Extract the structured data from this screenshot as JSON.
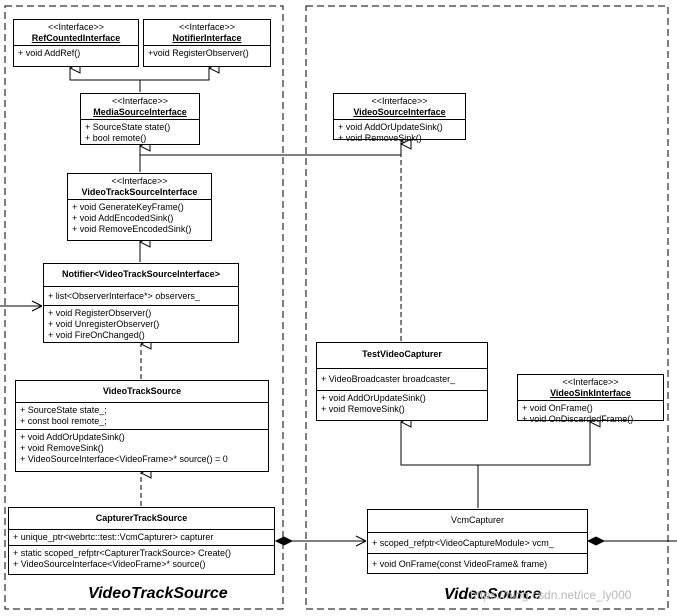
{
  "packages": {
    "left": "VideoTrackSource",
    "right": "VideoSource"
  },
  "classes": {
    "ref_counted": {
      "stereotype": "<<Interface>>",
      "name": "RefCountedInterface",
      "methods": [
        "+ void AddRef()"
      ]
    },
    "notifier_iface": {
      "stereotype": "<<Interface>>",
      "name": "NotifierInterface",
      "methods": [
        "+void RegisterObserver()"
      ]
    },
    "media_source": {
      "stereotype": "<<Interface>>",
      "name": "MediaSourceInterface",
      "methods": [
        "+ SourceState state()",
        "+ bool remote()"
      ]
    },
    "video_source_iface": {
      "stereotype": "<<Interface>>",
      "name": "VideoSourceInterface",
      "methods": [
        "+ void AddOrUpdateSink()",
        "+ void RemoveSink()"
      ]
    },
    "video_track_source_iface": {
      "stereotype": "<<Interface>>",
      "name": "VideoTrackSourceInterface",
      "methods": [
        "+ void GenerateKeyFrame()",
        "+ void AddEncodedSink()",
        "+ void RemoveEncodedSink()"
      ]
    },
    "notifier": {
      "name": "Notifier<VideoTrackSourceInterface>",
      "attributes": [
        "+ list<ObserverInterface*> observers_"
      ],
      "methods": [
        "+ void RegisterObserver()",
        "+ void UnregisterObserver()",
        "+ void FireOnChanged()"
      ]
    },
    "test_video_capturer": {
      "name": "TestVideoCapturer",
      "attributes": [
        "+ VideoBroadcaster broadcaster_"
      ],
      "methods": [
        "+ void AddOrUpdateSink()",
        "+ void RemoveSink()"
      ]
    },
    "video_sink_iface": {
      "stereotype": "<<Interface>>",
      "name": "VideoSinkInterface",
      "methods": [
        "+ void OnFrame()",
        "+ void OnDiscardedFrame()"
      ]
    },
    "video_track_source": {
      "name": "VideoTrackSource",
      "attributes": [
        "+ SourceState state_;",
        "+ const bool remote_;"
      ],
      "methods": [
        "+ void AddOrUpdateSink()",
        "+ void RemoveSink()",
        "+ VideoSourceInterface<VideoFrame>* source() = 0"
      ]
    },
    "capturer_track_source": {
      "name": "CapturerTrackSource",
      "attributes": [
        "+ unique_ptr<webrtc::test::VcmCapturer> capturer"
      ],
      "methods": [
        "+ static scoped_refptr<CapturerTrackSource> Create()",
        "+ VideoSourceInterface<VideoFrame>* source()"
      ]
    },
    "vcm_capturer": {
      "name": "VcmCapturer",
      "attributes": [
        "+ scoped_refptr<VideoCaptureModule> vcm_"
      ],
      "methods": [
        "+ void OnFrame(const VideoFrame& frame)"
      ]
    }
  },
  "watermark": "https://blog.csdn.net/ice_ly000"
}
